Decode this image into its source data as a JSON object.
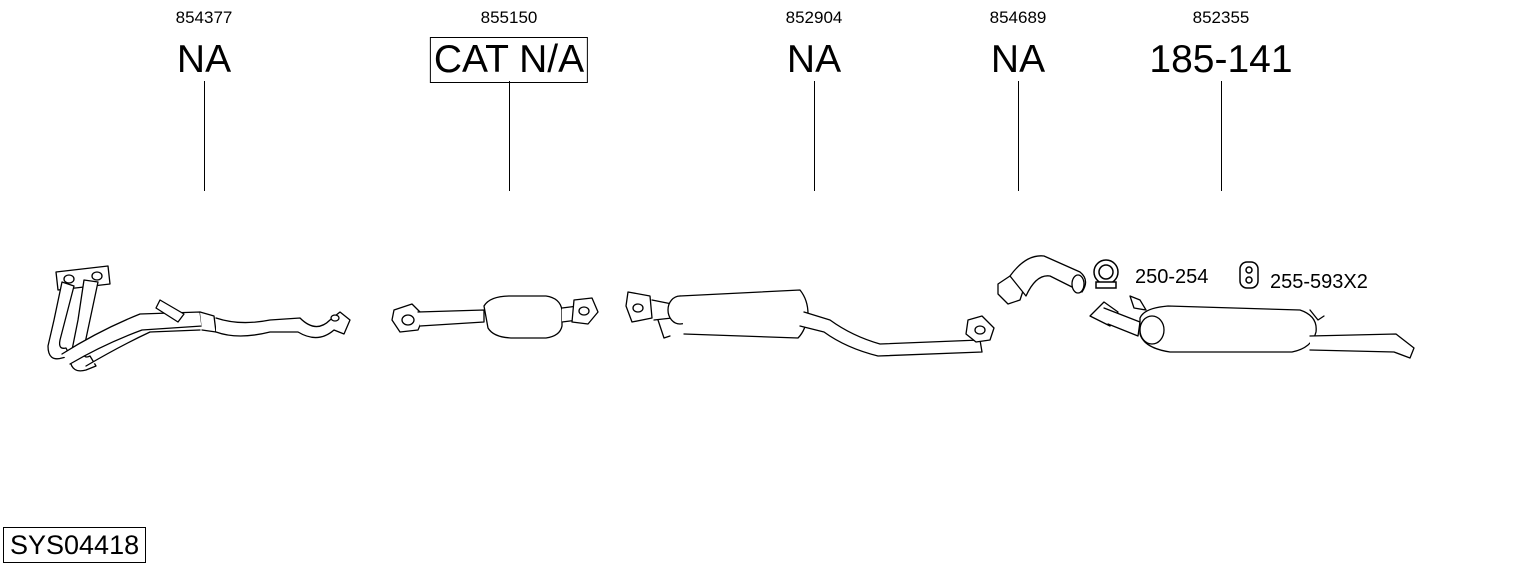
{
  "parts": [
    {
      "part_number": "854377",
      "reference": "NA",
      "boxed": false
    },
    {
      "part_number": "855150",
      "reference": "CAT N/A",
      "boxed": true
    },
    {
      "part_number": "852904",
      "reference": "NA",
      "boxed": false
    },
    {
      "part_number": "854689",
      "reference": "NA",
      "boxed": false
    },
    {
      "part_number": "852355",
      "reference": "185-141",
      "boxed": false
    }
  ],
  "accessories": [
    {
      "label": "250-254",
      "icon": "clamp-icon"
    },
    {
      "label": "255-593X2",
      "icon": "rubber-hanger-icon"
    }
  ],
  "system_code": "SYS04418"
}
